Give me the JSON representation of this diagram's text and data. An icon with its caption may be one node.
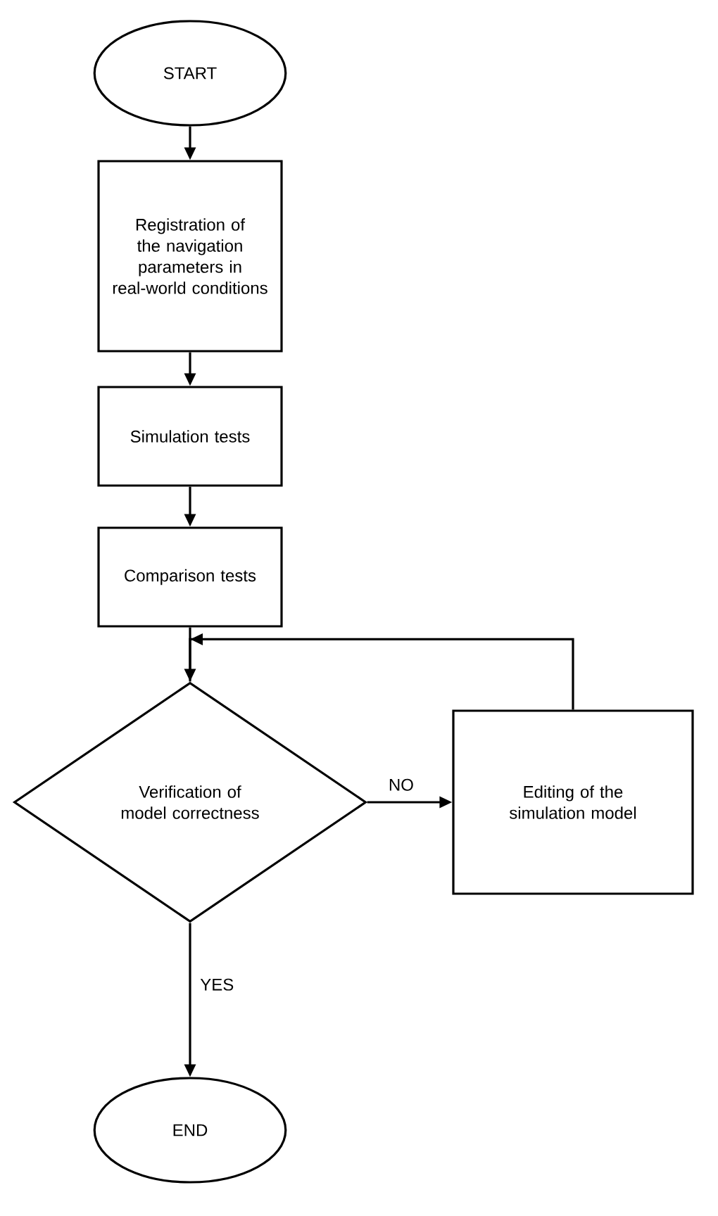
{
  "diagram": {
    "nodes": [
      {
        "text": [
          "START"
        ]
      },
      {
        "text": [
          "Registration of the navigation parameters in real-world conditions"
        ]
      },
      {
        "text": [
          "Simulation tests"
        ]
      },
      {
        "text": [
          "Comparison tests"
        ]
      },
      {
        "text": [
          "Verification of model correctness"
        ]
      },
      {
        "text": [
          "Editing of the simulation model"
        ]
      },
      {
        "text": [
          "END"
        ]
      }
    ],
    "edges": [
      {
        "from": 0,
        "to": 1,
        "arrow": "to"
      },
      {
        "from": 1,
        "to": 2,
        "arrow": "to"
      },
      {
        "from": 2,
        "to": 3,
        "arrow": "to"
      },
      {
        "from": 3,
        "to": 4,
        "arrow": "to"
      },
      {
        "from": 4,
        "to": 5,
        "arrow": "to",
        "label": "NO"
      },
      {
        "from": 5,
        "to": 4,
        "arrow": "to"
      },
      {
        "from": 4,
        "to": 6,
        "arrow": "to",
        "label": "YES"
      }
    ]
  }
}
